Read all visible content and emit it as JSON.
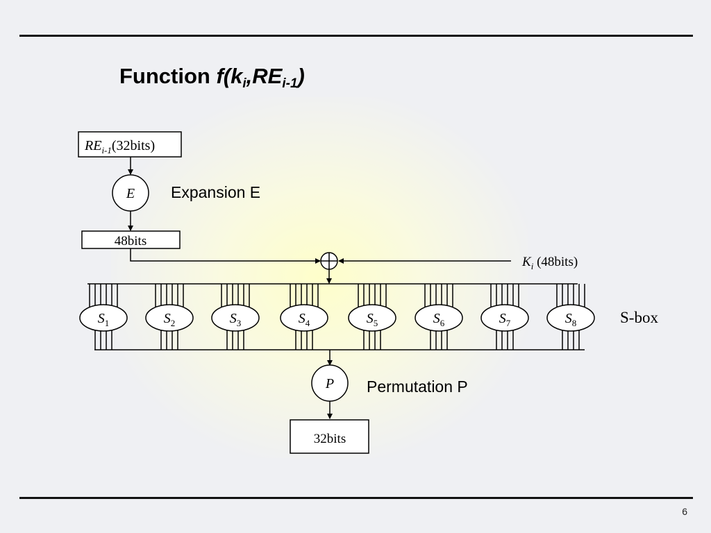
{
  "slide": {
    "title_prefix": "Function ",
    "title_fn": "f(k",
    "title_sub1": "i",
    "title_mid": ",RE",
    "title_sub2": "i-1",
    "title_end": ")",
    "page_number": "6"
  },
  "diagram": {
    "input_box": {
      "var": "RE",
      "sub": "i-1",
      "suffix": "(32bits)"
    },
    "expansion_node": "E",
    "expansion_label": "Expansion E",
    "expanded_box": "48bits",
    "key_label": {
      "var": "K",
      "sub": "i",
      "suffix": " (48bits)"
    },
    "sboxes": [
      {
        "letter": "S",
        "sub": "1"
      },
      {
        "letter": "S",
        "sub": "2"
      },
      {
        "letter": "S",
        "sub": "3"
      },
      {
        "letter": "S",
        "sub": "4"
      },
      {
        "letter": "S",
        "sub": "5"
      },
      {
        "letter": "S",
        "sub": "6"
      },
      {
        "letter": "S",
        "sub": "7"
      },
      {
        "letter": "S",
        "sub": "8"
      }
    ],
    "sbox_label": "S-box",
    "permutation_node": "P",
    "permutation_label": "Permutation P",
    "output_box": "32bits"
  }
}
